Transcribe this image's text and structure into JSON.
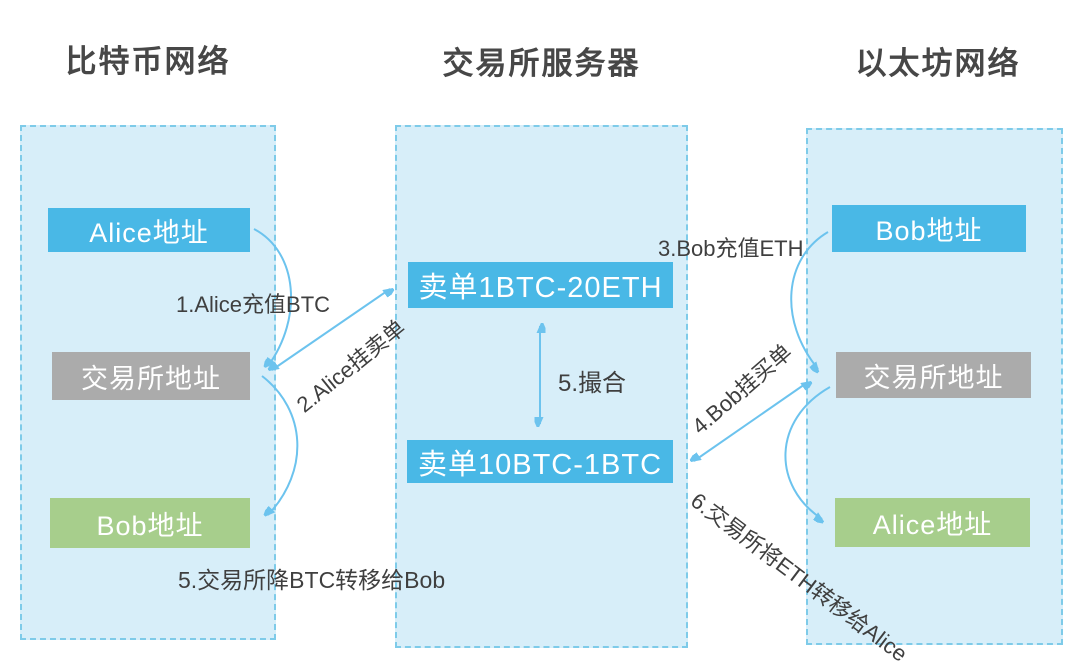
{
  "titles": {
    "bitcoin": "比特币网络",
    "exchange": "交易所服务器",
    "ethereum": "以太坊网络"
  },
  "nodes": {
    "alice_btc": "Alice地址",
    "exchange_btc": "交易所地址",
    "bob_btc": "Bob地址",
    "order_top": "卖单1BTC-20ETH",
    "order_bottom": "卖单10BTC-1BTC",
    "bob_eth": "Bob地址",
    "exchange_eth": "交易所地址",
    "alice_eth": "Alice地址"
  },
  "steps": {
    "step1": "1.Alice充值BTC",
    "step2": "2.Alice挂卖单",
    "step3": "3.Bob充值ETH",
    "step4": "4.Bob挂买单",
    "step5_match": "5.撮合",
    "step5_transfer": "5.交易所降BTC转移给Bob",
    "step6_transfer": "6.交易所将ETH转移给Alice"
  },
  "colors": {
    "panel_fill": "#d7eef9",
    "panel_border": "#7ecbe9",
    "node_blue": "#49b8e6",
    "node_gray": "#ababab",
    "node_green": "#a7ce8c",
    "arrow": "#6cc3ee",
    "text": "#3f3f3f"
  }
}
